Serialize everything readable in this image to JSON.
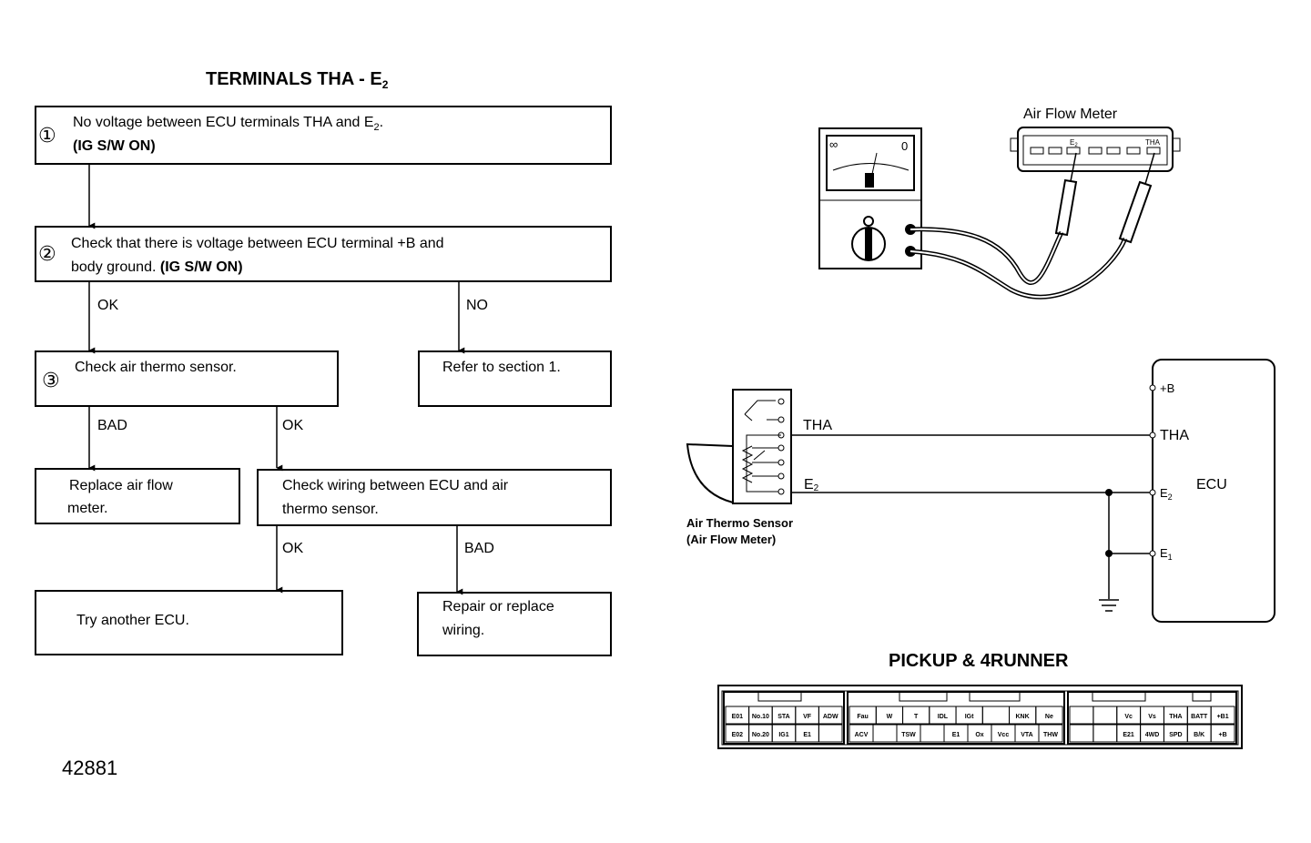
{
  "flowchart": {
    "title_main": "TERMINALS THA - E",
    "title_sub": "2",
    "step1": {
      "marker": "①",
      "line1": "No voltage between ECU terminals THA and E",
      "line1_sub": "2",
      "line1_end": ".",
      "line2": "(IG S/W ON)"
    },
    "step2": {
      "marker": "②",
      "line1": "Check that there is voltage between ECU terminal +B and",
      "line2": "body ground.",
      "line2_bold": "(IG S/W ON)"
    },
    "step3": {
      "marker": "③",
      "line1": "Check air thermo sensor."
    },
    "refer": {
      "line1": "Refer to section 1."
    },
    "replace": {
      "line1": "Replace air flow",
      "line2": "meter."
    },
    "check_wiring": {
      "line1": "Check wiring between ECU and air",
      "line2": "thermo sensor."
    },
    "try_ecu": {
      "line1": "Try another ECU."
    },
    "repair": {
      "line1": "Repair or replace",
      "line2": "wiring."
    },
    "labels": {
      "ok": "OK",
      "no": "NO",
      "bad": "BAD"
    }
  },
  "figure_number": "42881",
  "meter_diagram": {
    "afm_label": "Air Flow Meter",
    "scale_left": "∞",
    "scale_right": "0",
    "pin_e": "E",
    "pin_e_sub": "2",
    "pin_tha": "THA"
  },
  "circuit": {
    "wire_tha": "THA",
    "wire_e2": "E",
    "wire_e2_sub": "2",
    "sensor_label_1": "Air Thermo Sensor",
    "sensor_label_2": "(Air Flow Meter)",
    "ecu_label": "ECU",
    "pin_b": "+B",
    "pin_tha": "THA",
    "pin_e2": "E",
    "pin_e2_sub": "2",
    "pin_e1": "E",
    "pin_e1_sub": "1"
  },
  "connector": {
    "title": "PICKUP & 4RUNNER",
    "block1_top": [
      "E01",
      "No.10",
      "STA",
      "VF",
      "ADW"
    ],
    "block1_bottom": [
      "E02",
      "No.20",
      "IG1",
      "E1",
      ""
    ],
    "block2_top": [
      "Fau",
      "W",
      "T",
      "IDL",
      "IGt",
      "",
      "KNK",
      "Ne"
    ],
    "block2_bottom": [
      "ACV",
      "",
      "TSW",
      "",
      "E1",
      "Ox",
      "Vcc",
      "VTA",
      "THW"
    ],
    "block3_top": [
      "",
      "",
      "Vc",
      "Vs",
      "THA",
      "BATT",
      "+B1"
    ],
    "block3_bottom": [
      "",
      "",
      "E21",
      "4WD",
      "SPD",
      "B/K",
      "+B"
    ]
  }
}
